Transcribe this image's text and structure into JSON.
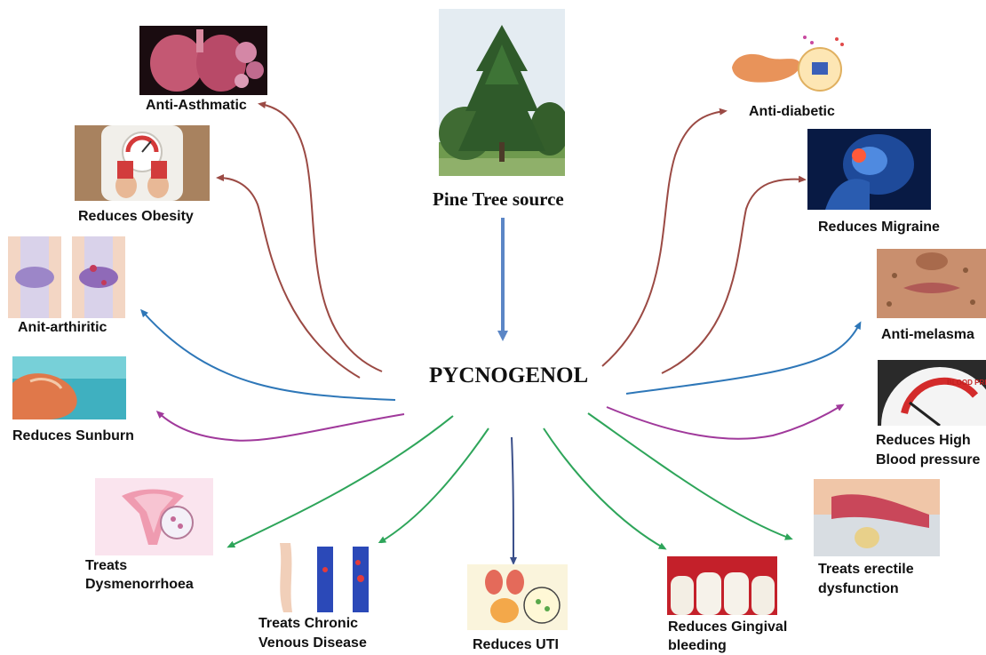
{
  "center": {
    "label": "PYCNOGENOL"
  },
  "source": {
    "label": "Pine Tree source"
  },
  "effects": {
    "anti_asthmatic": "Anti-Asthmatic",
    "reduces_obesity": "Reduces Obesity",
    "anti_arthritic": "Anit-arthiritic",
    "reduces_sunburn": "Reduces Sunburn",
    "dysmenorrhoea_1": "Treats",
    "dysmenorrhoea_2": "Dysmenorrhoea",
    "venous_1": "Treats Chronic",
    "venous_2": "Venous Disease",
    "uti": "Reduces UTI",
    "gingival_1": "Reduces Gingival",
    "gingival_2": "bleeding",
    "erectile_1": "Treats erectile",
    "erectile_2": "dysfunction",
    "bp_1": "Reduces High",
    "bp_2": "Blood pressure",
    "anti_melasma": "Anti-melasma",
    "reduces_migraine": "Reduces Migraine",
    "anti_diabetic": "Anti-diabetic"
  },
  "image_texts": {
    "bp_gauge": "BLOOD PRESSURE"
  },
  "colors": {
    "brown": "#9b4a44",
    "blue": "#2e77b8",
    "purple": "#a0399b",
    "green": "#2ea55a",
    "navy": "#3a4f8a",
    "source_arrow": "#5b86c6"
  }
}
